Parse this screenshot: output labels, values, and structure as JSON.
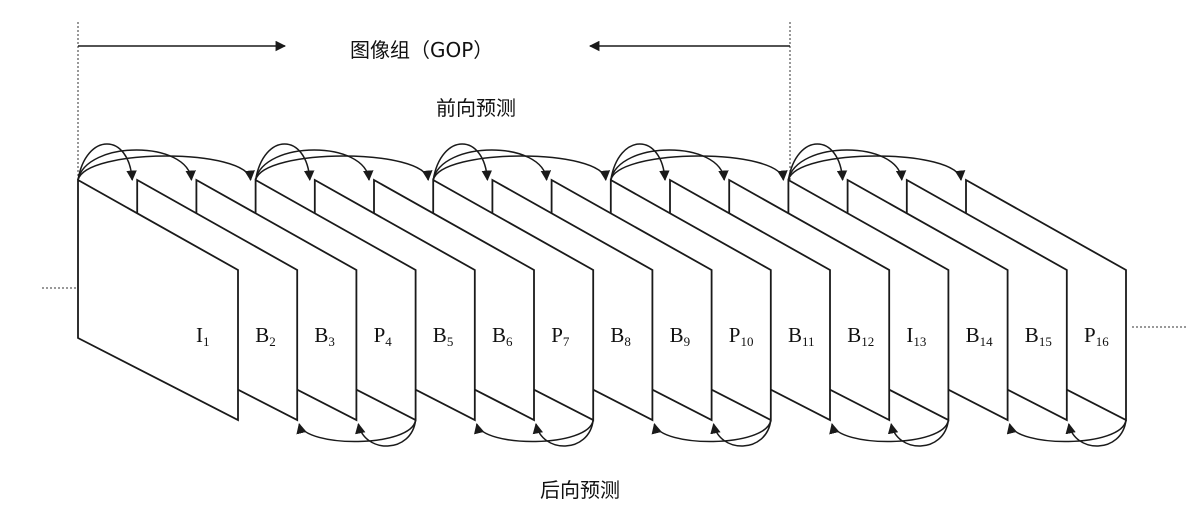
{
  "title": "图像组（GOP）",
  "forward_label": "前向预测",
  "backward_label": "后向预测",
  "frames": [
    {
      "type": "I",
      "index": "1"
    },
    {
      "type": "B",
      "index": "2"
    },
    {
      "type": "B",
      "index": "3"
    },
    {
      "type": "P",
      "index": "4"
    },
    {
      "type": "B",
      "index": "5"
    },
    {
      "type": "B",
      "index": "6"
    },
    {
      "type": "P",
      "index": "7"
    },
    {
      "type": "B",
      "index": "8"
    },
    {
      "type": "B",
      "index": "9"
    },
    {
      "type": "P",
      "index": "10"
    },
    {
      "type": "B",
      "index": "11"
    },
    {
      "type": "B",
      "index": "12"
    },
    {
      "type": "I",
      "index": "13"
    },
    {
      "type": "B",
      "index": "14"
    },
    {
      "type": "B",
      "index": "15"
    },
    {
      "type": "P",
      "index": "16"
    }
  ],
  "colors": {
    "stroke": "#1a1a1a",
    "dotted": "#333333"
  }
}
